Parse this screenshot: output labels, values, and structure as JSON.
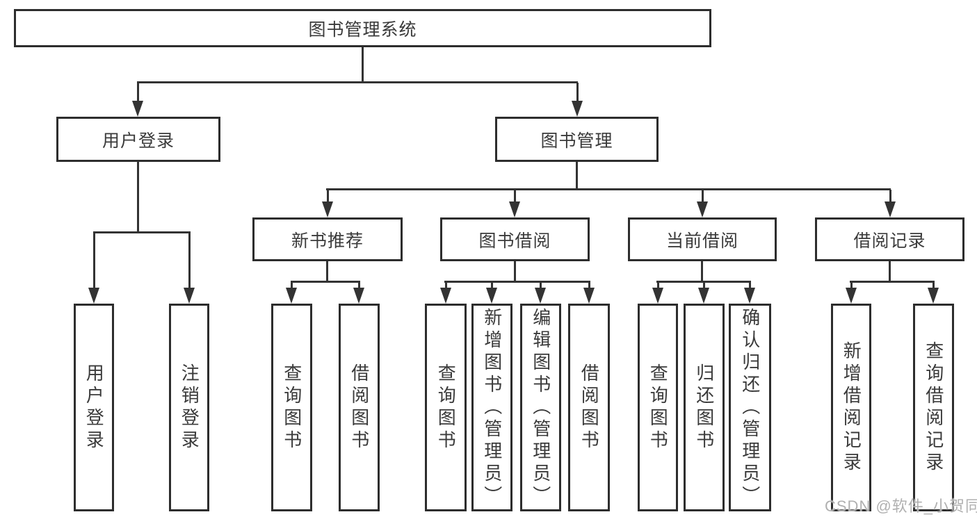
{
  "diagram": {
    "title": "图书管理系统",
    "root": "图书管理系统",
    "branches": [
      {
        "label": "用户登录",
        "children": [
          "用户登录",
          "注销登录"
        ]
      },
      {
        "label": "图书管理",
        "children": [
          {
            "label": "新书推荐",
            "children": [
              "查询图书",
              "借阅图书"
            ]
          },
          {
            "label": "图书借阅",
            "children": [
              "查询图书",
              "新增图书（管理员）",
              "编辑图书（管理员）",
              "借阅图书"
            ]
          },
          {
            "label": "当前借阅",
            "children": [
              "查询图书",
              "归还图书",
              "确认归还（管理员）"
            ]
          },
          {
            "label": "借阅记录",
            "children": [
              "新增借阅记录",
              "查询借阅记录"
            ]
          }
        ]
      }
    ]
  },
  "watermark": "CSDN @软件_小贺同学",
  "colors": {
    "line": "#333333",
    "box_border": "#2d2d2d",
    "text": "#3a3a3a",
    "watermark": "#b0b0b0",
    "background": "#ffffff"
  }
}
